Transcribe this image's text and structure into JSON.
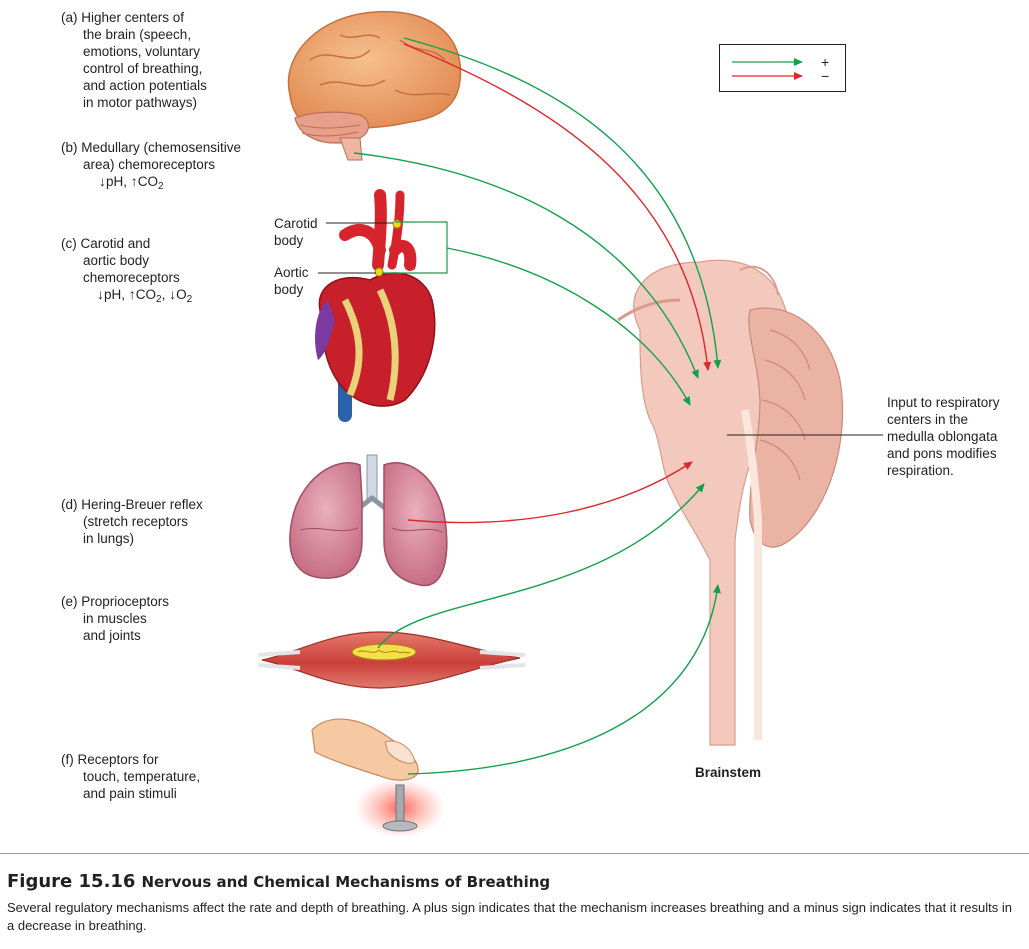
{
  "labels": {
    "a": [
      "(a) Higher centers of",
      "the brain (speech,",
      "emotions, voluntary",
      "control of breathing,",
      "and action potentials",
      "in motor pathways)"
    ],
    "b": [
      "(b) Medullary (chemosensitive",
      "area) chemoreceptors"
    ],
    "b_chem": {
      "down": "↓",
      "ph": "pH,",
      "up": "↑",
      "co2": "CO",
      "sub2": "2"
    },
    "c": [
      "(c) Carotid and",
      "aortic body",
      "chemoreceptors"
    ],
    "c_chem": {
      "down1": "↓",
      "ph": "pH,",
      "up": "↑",
      "co2": "CO",
      "sub2": "2",
      "comma": ",",
      "down2": "↓",
      "o2": "O",
      "sub2b": "2"
    },
    "d": [
      "(d) Hering-Breuer reflex",
      "(stretch receptors",
      "in lungs)"
    ],
    "e": [
      "(e) Proprioceptors",
      "in muscles",
      "and joints"
    ],
    "f": [
      "(f)  Receptors for",
      "touch, temperature,",
      "and pain stimuli"
    ]
  },
  "carotid_label": [
    "Carotid",
    "body"
  ],
  "aortic_label": [
    "Aortic",
    "body"
  ],
  "input_label": [
    "Input to respiratory",
    "centers in the",
    "medulla oblongata",
    "and pons modifies",
    "respiration."
  ],
  "brainstem_label": "Brainstem",
  "legend": {
    "plus": "+",
    "minus": "−",
    "plus_color": "#12a14b",
    "minus_color": "#e0252b"
  },
  "caption": {
    "figure_number": "Figure 15.16",
    "title": "Nervous and Chemical Mechanisms of Breathing",
    "text": "Several regulatory mechanisms affect the rate and depth of breathing. A plus sign indicates that the mechanism increases breathing and a minus sign indicates that it results in a decrease in breathing."
  },
  "colors": {
    "excitatory": "#12a14b",
    "inhibitory": "#e0252b",
    "brainstem": "#f3c9bd",
    "brain": "#f0a472",
    "heart": "#c8202b",
    "lungs": "#d9879a",
    "muscle": "#d8584f"
  }
}
